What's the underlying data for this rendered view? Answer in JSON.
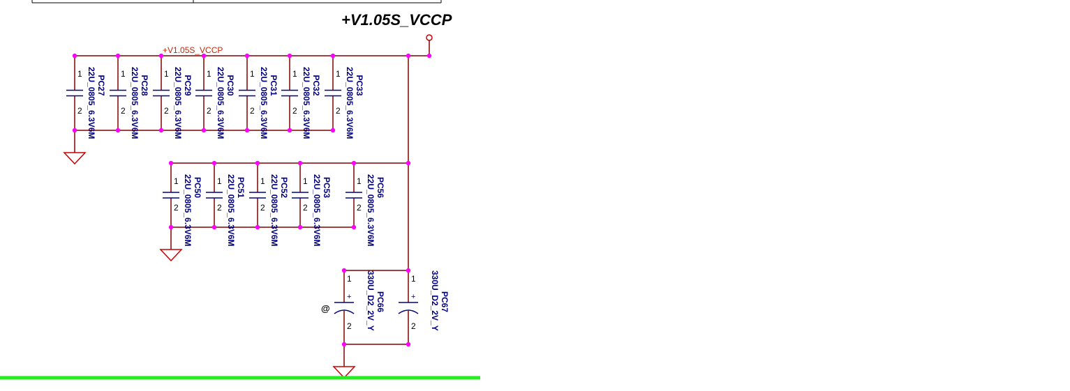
{
  "net": {
    "big_label": "+V1.05S_VCCP",
    "small_label": "+V1.05S_VCCP"
  },
  "marker": "@",
  "colors": {
    "wire": "#800000",
    "junction": "#ff00ff",
    "ground": "#cc0000",
    "label": "#000080",
    "net_label": "#cc2200",
    "green_line": "#22ee22"
  },
  "row1": [
    {
      "ref": "PC27",
      "value": "22U_0805_6.3V6M",
      "pin1": "1",
      "pin2": "2"
    },
    {
      "ref": "PC28",
      "value": "22U_0805_6.3V6M",
      "pin1": "1",
      "pin2": "2"
    },
    {
      "ref": "PC29",
      "value": "22U_0805_6.3V6M",
      "pin1": "1",
      "pin2": "2"
    },
    {
      "ref": "PC30",
      "value": "22U_0805_6.3V6M",
      "pin1": "1",
      "pin2": "2"
    },
    {
      "ref": "PC31",
      "value": "22U_0805_6.3V6M",
      "pin1": "1",
      "pin2": "2"
    },
    {
      "ref": "PC32",
      "value": "22U_0805_6.3V6M",
      "pin1": "1",
      "pin2": "2"
    },
    {
      "ref": "PC33",
      "value": "22U_0805_6.3V6M",
      "pin1": "1",
      "pin2": "2"
    }
  ],
  "row2": [
    {
      "ref": "PC50",
      "value": "22U_0805_6.3V6M",
      "pin1": "1",
      "pin2": "2"
    },
    {
      "ref": "PC51",
      "value": "22U_0805_6.3V6M",
      "pin1": "1",
      "pin2": "2"
    },
    {
      "ref": "PC52",
      "value": "22U_0805_6.3V6M",
      "pin1": "1",
      "pin2": "2"
    },
    {
      "ref": "PC53",
      "value": "22U_0805_6.3V6M",
      "pin1": "1",
      "pin2": "2"
    },
    {
      "ref": "PC56",
      "value": "22U_0805_6.3V6M",
      "pin1": "1",
      "pin2": "2"
    }
  ],
  "bulk": [
    {
      "ref": "PC66",
      "value": "330U_D2_2V_Y",
      "pin1": "1",
      "pin2": "2",
      "plus": "+"
    },
    {
      "ref": "PC67",
      "value": "330U_D2_2V_Y",
      "pin1": "1",
      "pin2": "2",
      "plus": "+"
    }
  ]
}
